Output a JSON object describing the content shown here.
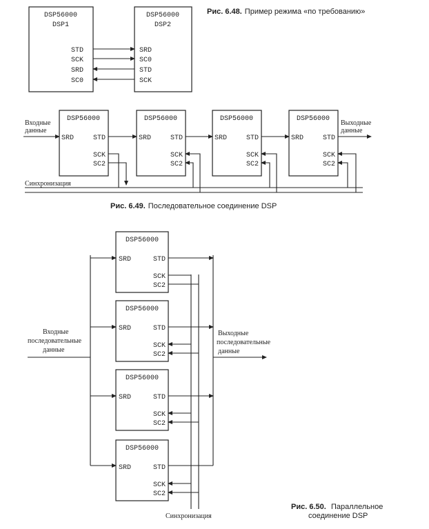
{
  "fig648": {
    "caption_num": "Рис. 6.48.",
    "caption_text": "Пример режима «по требованию»",
    "dsp1": {
      "model": "DSP56000",
      "name": "DSP1",
      "pins": [
        "STD",
        "SCK",
        "SRD",
        "SC0"
      ]
    },
    "dsp2": {
      "model": "DSP56000",
      "name": "DSP2",
      "pins": [
        "SRD",
        "SC0",
        "STD",
        "SCK"
      ]
    }
  },
  "fig649": {
    "caption_num": "Рис. 6.49.",
    "caption_text": "Последовательное соединение DSP",
    "input_label_1": "Входные",
    "input_label_2": "данные",
    "output_label_1": "Выходные",
    "output_label_2": "данные",
    "sync_label": "Синхронизация",
    "chip_model": "DSP56000",
    "pin_srd": "SRD",
    "pin_std": "STD",
    "pin_sck": "SCK",
    "pin_sc2": "SC2"
  },
  "fig650": {
    "caption_num": "Рис. 6.50.",
    "caption_text_1": "Параллельное",
    "caption_text_2": "соединение DSP",
    "input_label_1": "Входные",
    "input_label_2": "последовательные",
    "input_label_3": "данные",
    "output_label_1": "Выходные",
    "output_label_2": "последовательные",
    "output_label_3": "данные",
    "sync_label": "Синхронизация",
    "chip_model": "DSP56000",
    "pin_srd": "SRD",
    "pin_std": "STD",
    "pin_sck": "SCK",
    "pin_sc2": "SC2"
  }
}
